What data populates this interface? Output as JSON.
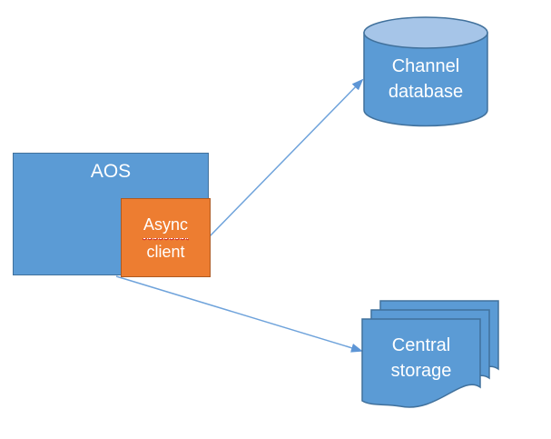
{
  "nodes": {
    "aos": {
      "label": "AOS",
      "shape": "rectangle",
      "fill": "#5B9BD5",
      "border": "#41719C"
    },
    "async_client": {
      "lines": [
        "Async",
        "client"
      ],
      "shape": "rectangle",
      "fill": "#ED7D31",
      "border": "#AE5A21",
      "spellcheck_underline_color": "#D23A2A"
    },
    "channel_database": {
      "lines": [
        "Channel",
        "database"
      ],
      "shape": "cylinder",
      "fill": "#5B9BD5",
      "top_fill": "#A6C5E8",
      "border": "#41719C"
    },
    "central_storage": {
      "lines": [
        "Central",
        "storage"
      ],
      "shape": "document-stack",
      "document_count": 3,
      "fill": "#5B9BD5",
      "border": "#41719C"
    }
  },
  "edges": [
    {
      "from": "async_client",
      "to": "channel_database",
      "style": "arrow",
      "color": "#6FA3DB"
    },
    {
      "from": "aos",
      "to": "central_storage",
      "style": "arrow",
      "color": "#6FA3DB"
    }
  ],
  "text_color": "#FFFFFF",
  "background": "#FFFFFF"
}
